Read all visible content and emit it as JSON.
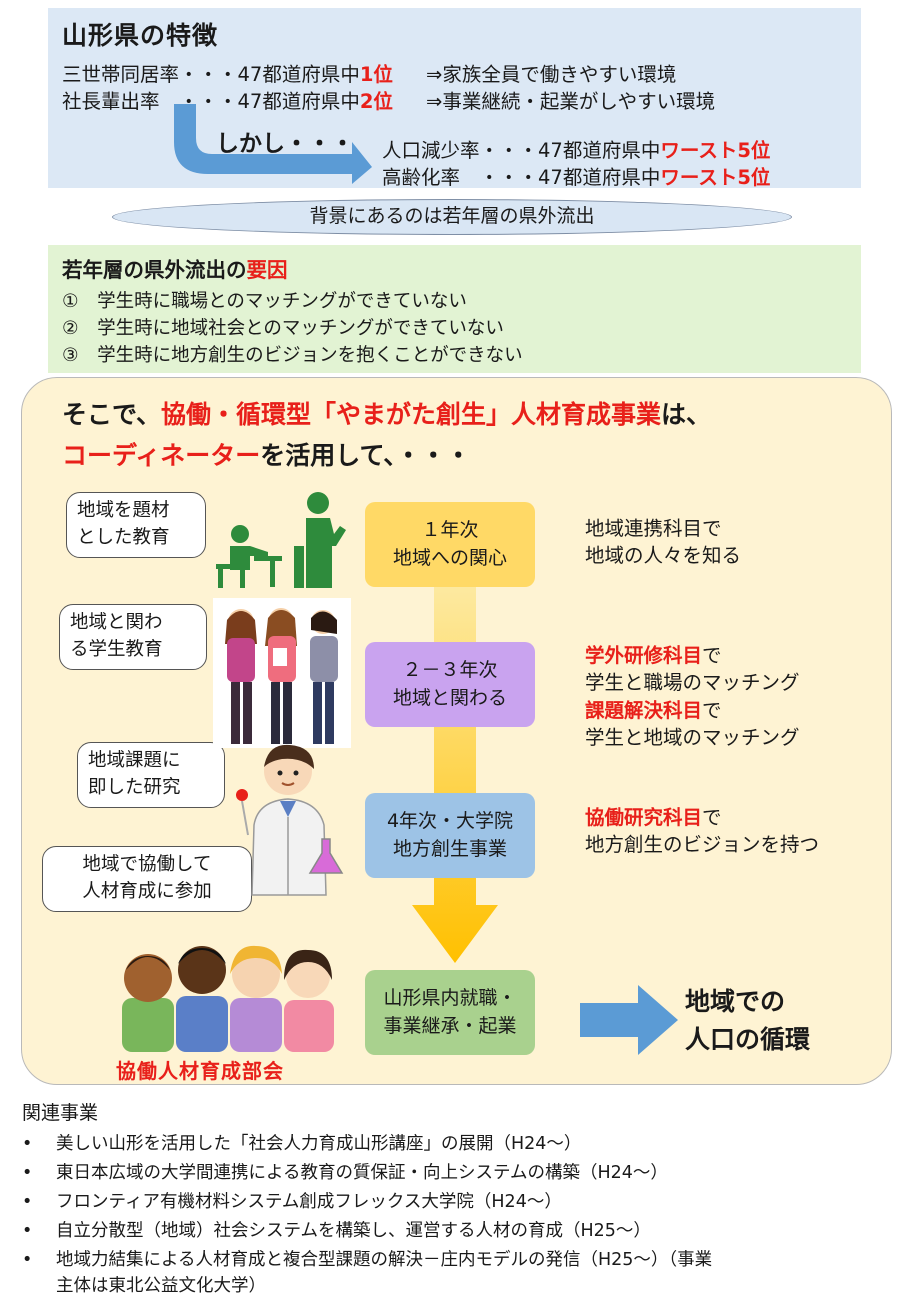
{
  "features": {
    "title": "山形県の特徴",
    "line1": {
      "label": "三世帯同居率・・・47都道府県中",
      "rank": "1位",
      "result": "⇒家族全員で働きやすい環境"
    },
    "line2": {
      "label": "社長輩出率　・・・47都道府県中",
      "rank": "2位",
      "result": "⇒事業継続・起業がしやすい環境"
    },
    "however": "しかし・・・",
    "line3": {
      "label": "人口減少率・・・47都道府県中",
      "rank": "ワースト5位"
    },
    "line4": {
      "label": "高齢化率　・・・47都道府県中",
      "rank": "ワースト5位"
    }
  },
  "background_text": "背景にあるのは若年層の県外流出",
  "factors": {
    "title_prefix": "若年層の県外流出の",
    "title_highlight": "要因",
    "items": [
      "①　学生時に職場とのマッチングができていない",
      "②　学生時に地域社会とのマッチングができていない",
      "③　学生時に地方創生のビジョンを抱くことができない"
    ]
  },
  "headline": {
    "part1": "そこで、",
    "part2": "協働・循環型「やまがた創生」人材育成事業",
    "part3": "は、",
    "part4": "コーディネーター",
    "part5": "を活用して、・・・"
  },
  "stages": [
    {
      "line1": "１年次",
      "line2": "地域への関心",
      "color": "#ffd966"
    },
    {
      "line1": "２－３年次",
      "line2": "地域と関わる",
      "color": "#c9a3ef"
    },
    {
      "line1": "4年次・大学院",
      "line2": "地方創生事業",
      "color": "#9dc3e6"
    },
    {
      "line1": "山形県内就職・",
      "line2": "事業継承・起業",
      "color": "#a9d18e"
    }
  ],
  "descriptions": {
    "d1a": "地域連携科目で",
    "d1b": "地域の人々を知る",
    "d2a_hl": "学外研修科目",
    "d2a_rest": "で",
    "d2b": "学生と職場のマッチング",
    "d2c_hl": "課題解決科目",
    "d2c_rest": "で",
    "d2d": "学生と地域のマッチング",
    "d3a_hl": "協働研究科目",
    "d3a_rest": "で",
    "d3b": "地方創生のビジョンを持つ"
  },
  "bubbles": [
    {
      "line1": "地域を題材",
      "line2": "とした教育"
    },
    {
      "line1": "地域と関わ",
      "line2": "る学生教育"
    },
    {
      "line1": "地域課題に",
      "line2": "即した研究"
    },
    {
      "line1": "地域で協働して",
      "line2": "人材育成に参加"
    }
  ],
  "result": {
    "line1": "地域での",
    "line2": "人口の循環"
  },
  "group_label": "協働人材育成部会",
  "related": {
    "title": "関連事業",
    "items": [
      "美しい山形を活用した「社会人力育成山形講座」の展開（H24～）",
      "東日本広域の大学間連携による教育の質保証・向上システムの構築（H24～）",
      "フロンティア有機材料システム創成フレックス大学院（H24～）",
      "自立分散型（地域）社会システムを構築し、運営する人材の育成（H25～）",
      "地域力結集による人材育成と複合型課題の解決－庄内モデルの発信（H25～）（事業",
      "主体は東北公益文化大学）"
    ]
  },
  "colors": {
    "highlight": "#e8201a",
    "arrow_blue": "#5b9bd5",
    "arrow_orange": "#ffc000"
  }
}
